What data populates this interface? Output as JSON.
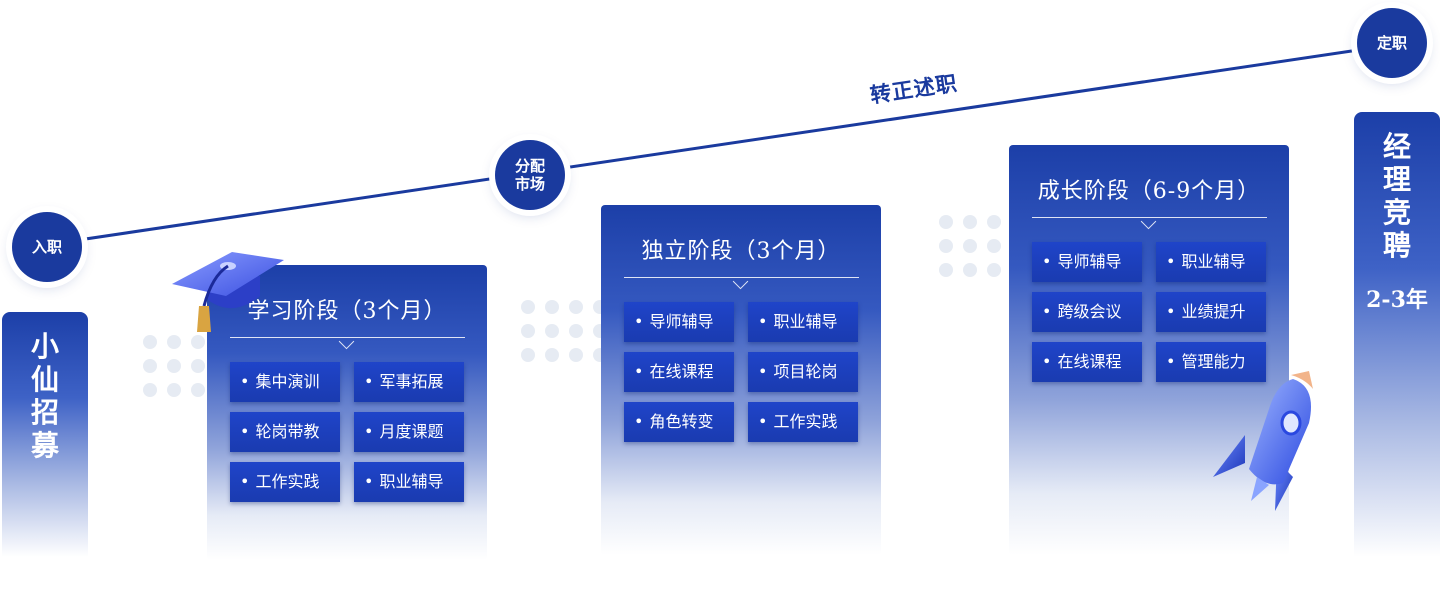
{
  "timeline": {
    "nodes": {
      "start": "入职",
      "assign": "分配市场",
      "assign_line1": "分配",
      "assign_line2": "市场",
      "final": "定职"
    },
    "milestone": "转正述职"
  },
  "left_card": {
    "title_chars": [
      "小",
      "仙",
      "招",
      "募"
    ]
  },
  "stages": [
    {
      "title": "学习阶段（3个月）",
      "items": [
        "集中演训",
        "军事拓展",
        "轮岗带教",
        "月度课题",
        "工作实践",
        "职业辅导"
      ]
    },
    {
      "title": "独立阶段（3个月）",
      "items": [
        "导师辅导",
        "职业辅导",
        "在线课程",
        "项目轮岗",
        "角色转变",
        "工作实践"
      ]
    },
    {
      "title": "成长阶段（6-9个月）",
      "items": [
        "导师辅导",
        "职业辅导",
        "跨级会议",
        "业绩提升",
        "在线课程",
        "管理能力"
      ]
    }
  ],
  "right_card": {
    "title_chars": [
      "经",
      "理",
      "竞",
      "聘"
    ],
    "duration": "2-3年"
  },
  "decor": {
    "icons": [
      "graduation-cap-icon",
      "rocket-icon"
    ],
    "accent_color": "#1a3a9e",
    "tag_color": "#1f44c9"
  }
}
